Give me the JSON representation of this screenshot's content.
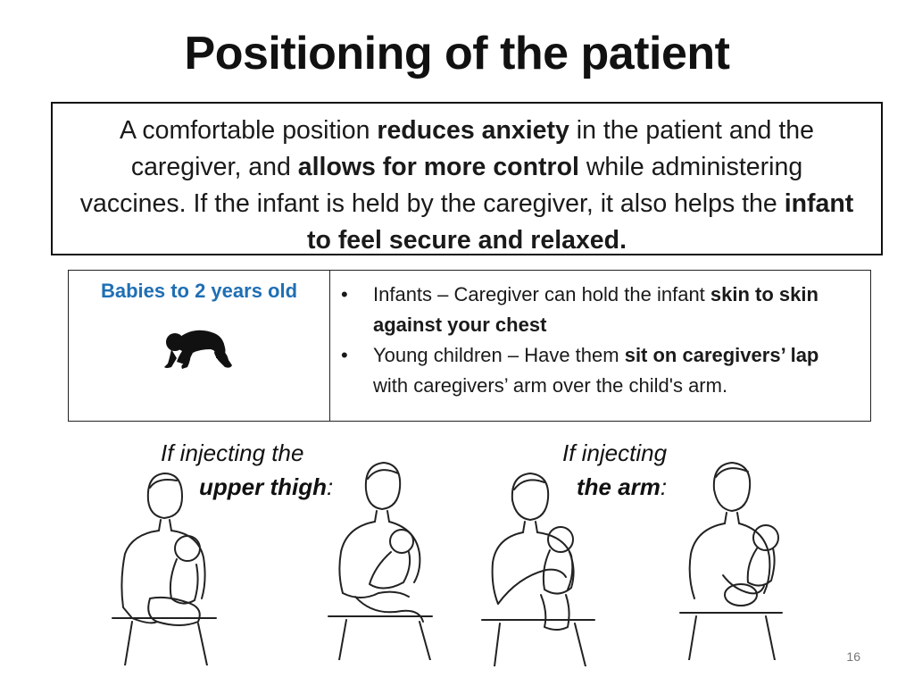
{
  "slide": {
    "title": "Positioning of the patient",
    "page_number": "16"
  },
  "intro": {
    "t1": "A comfortable position ",
    "b1": "reduces anxiety",
    "t2": " in the patient and the caregiver, and ",
    "b2": "allows for more control",
    "t3": " while administering vaccines. If the infant is held by the caregiver, it also helps the ",
    "b3": "infant to feel secure and relaxed."
  },
  "table": {
    "age_label": "Babies to 2 years old",
    "age_icon": "crawling-baby-icon",
    "bullets": [
      {
        "t1": "Infants – Caregiver can hold the infant ",
        "b1": "skin to skin against your chest",
        "t2": ""
      },
      {
        "t1": "Young children – Have them ",
        "b1": "sit on caregivers’ lap",
        "t2": " with caregivers’ arm over the child's arm."
      }
    ]
  },
  "captions": {
    "thigh": {
      "t1": "If injecting the",
      "b1": "upper thigh",
      "t2": ":"
    },
    "arm": {
      "t1": "If injecting",
      "b1": "the arm",
      "t2": ":"
    }
  },
  "colors": {
    "accent_blue": "#1f6fb4",
    "text": "#1a1a1a"
  }
}
